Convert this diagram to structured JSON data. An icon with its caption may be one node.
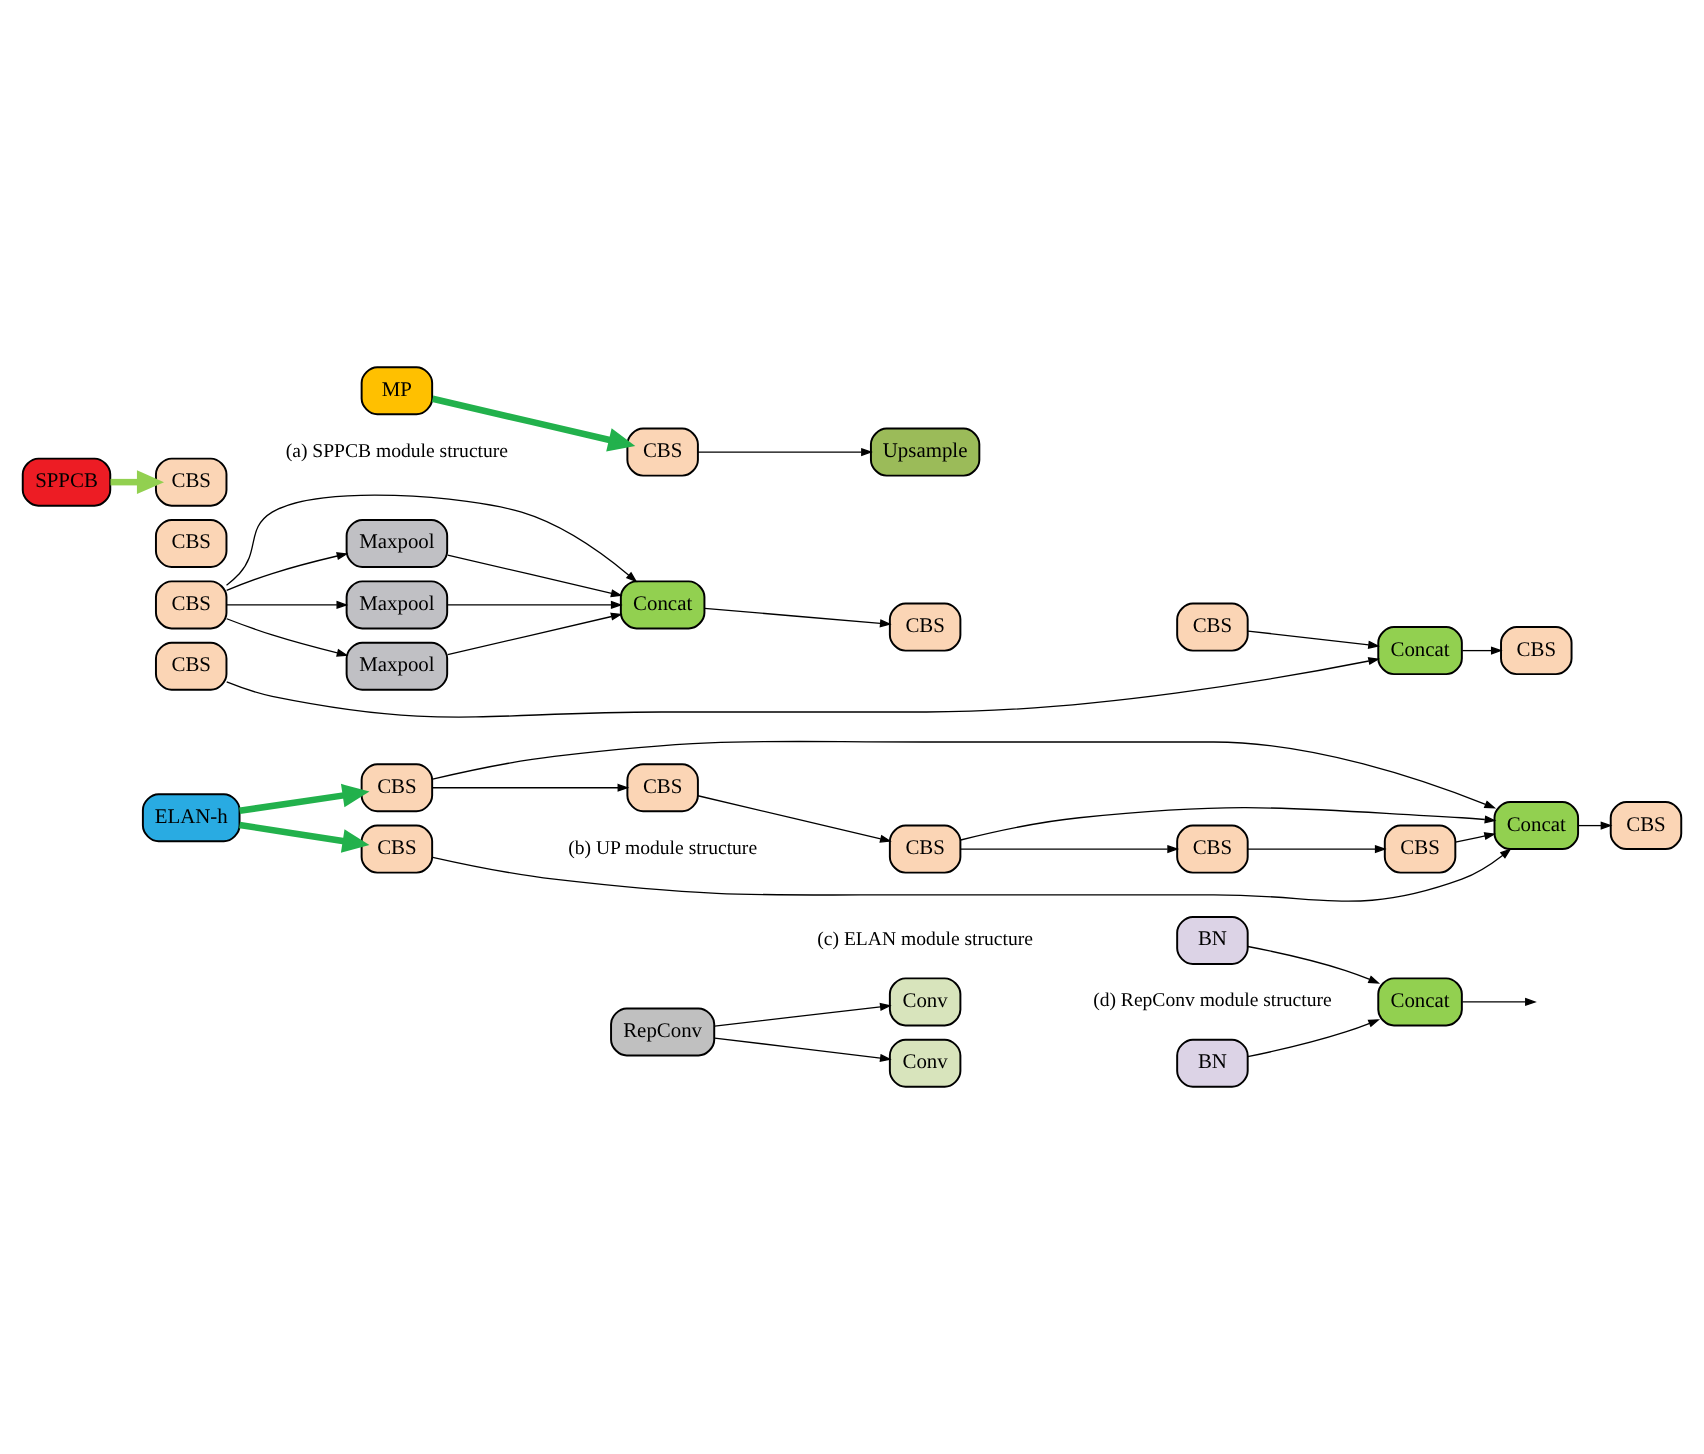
{
  "diagram": {
    "nodes": [
      {
        "text": [
          "SPPCB"
        ]
      },
      {
        "text": [
          "CBS"
        ]
      },
      {
        "text": [
          "CBS"
        ]
      },
      {
        "text": [
          "CBS"
        ]
      },
      {
        "text": [
          "CBS"
        ]
      },
      {
        "text": [
          "Maxpool"
        ]
      },
      {
        "text": [
          "Maxpool"
        ]
      },
      {
        "text": [
          "Maxpool"
        ]
      },
      {
        "text": [
          "Concat"
        ]
      },
      {
        "text": [
          "CBS"
        ]
      },
      {
        "text": [
          "CBS"
        ]
      },
      {
        "text": [
          "Concat"
        ]
      },
      {
        "text": [
          "CBS"
        ]
      },
      {
        "text": [
          "MP"
        ]
      },
      {
        "text": [
          "CBS"
        ]
      },
      {
        "text": [
          "Upsample"
        ]
      },
      {
        "text": [
          "ELAN-h"
        ]
      },
      {
        "text": [
          "CBS"
        ]
      },
      {
        "text": [
          "CBS"
        ]
      },
      {
        "text": [
          "CBS"
        ]
      },
      {
        "text": [
          "CBS"
        ]
      },
      {
        "text": [
          "CBS"
        ]
      },
      {
        "text": [
          "Concat"
        ]
      },
      {
        "text": [
          "CBS"
        ]
      },
      {
        "text": [
          "CBS"
        ]
      },
      {
        "text": [
          "RepConv"
        ]
      },
      {
        "text": [
          "Conv"
        ]
      },
      {
        "text": [
          "BN"
        ]
      },
      {
        "text": [
          "Conv"
        ]
      },
      {
        "text": [
          "BN"
        ]
      },
      {
        "text": [
          "Concat"
        ]
      }
    ],
    "edges": [
      {
        "from": 0,
        "to": 1,
        "arrow": "to",
        "style": "thick",
        "color": "#92d050"
      },
      {
        "from": 3,
        "to": 5,
        "arrow": "to"
      },
      {
        "from": 3,
        "to": 6,
        "arrow": "to"
      },
      {
        "from": 3,
        "to": 7,
        "arrow": "to"
      },
      {
        "from": 5,
        "to": 8,
        "arrow": "to"
      },
      {
        "from": 6,
        "to": 8,
        "arrow": "to"
      },
      {
        "from": 7,
        "to": 8,
        "arrow": "to"
      },
      {
        "from": 3,
        "to": 8,
        "arrow": "to"
      },
      {
        "from": 8,
        "to": 9,
        "arrow": "to"
      },
      {
        "from": 10,
        "to": 11,
        "arrow": "to"
      },
      {
        "from": 4,
        "to": 11,
        "arrow": "to"
      },
      {
        "from": 11,
        "to": 12,
        "arrow": "to"
      },
      {
        "from": 13,
        "to": 14,
        "arrow": "to",
        "style": "thick",
        "color": "#22b14c"
      },
      {
        "from": 14,
        "to": 15,
        "arrow": "to"
      },
      {
        "from": 16,
        "to": 17,
        "arrow": "to",
        "style": "thick",
        "color": "#22b14c"
      },
      {
        "from": 16,
        "to": 24,
        "arrow": "to",
        "style": "thick",
        "color": "#22b14c"
      },
      {
        "from": 17,
        "to": 18,
        "arrow": "to"
      },
      {
        "from": 17,
        "to": 22,
        "arrow": "to"
      },
      {
        "from": 18,
        "to": 19,
        "arrow": "to"
      },
      {
        "from": 19,
        "to": 20,
        "arrow": "to"
      },
      {
        "from": 19,
        "to": 22,
        "arrow": "to"
      },
      {
        "from": 20,
        "to": 21,
        "arrow": "to"
      },
      {
        "from": 21,
        "to": 22,
        "arrow": "to"
      },
      {
        "from": 22,
        "to": 23,
        "arrow": "to"
      },
      {
        "from": 24,
        "to": 22,
        "arrow": "to"
      },
      {
        "from": 25,
        "to": 26,
        "arrow": "to"
      },
      {
        "from": 25,
        "to": 28,
        "arrow": "to"
      },
      {
        "from": 27,
        "to": 30,
        "arrow": "to"
      },
      {
        "from": 29,
        "to": 30,
        "arrow": "to"
      },
      {
        "from": 30,
        "to": null,
        "arrow": "to"
      }
    ],
    "labels": [
      "(a) SPPCB module structure",
      "(b) UP module structure",
      "(c) ELAN module structure",
      "(d) RepConv module structure"
    ]
  }
}
